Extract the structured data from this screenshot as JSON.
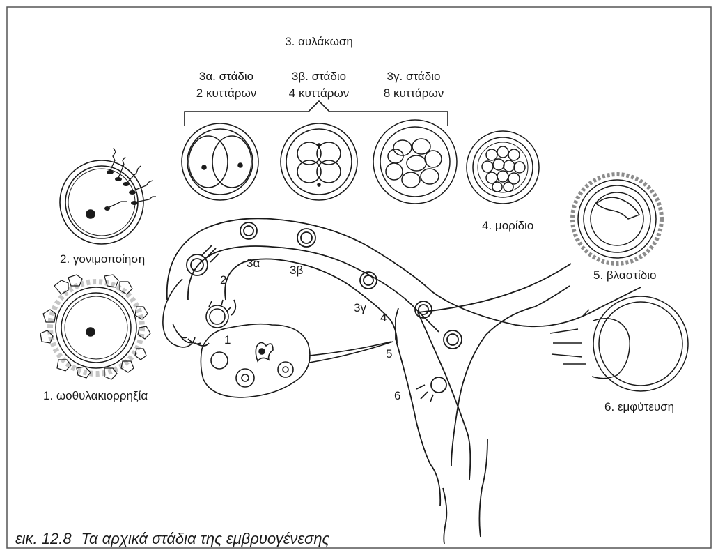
{
  "title": "3. αυλάκωση",
  "stage_3a": {
    "line1": "3α. στάδιο",
    "line2": "2 κυττάρων"
  },
  "stage_3b": {
    "line1": "3β. στάδιο",
    "line2": "4 κυττάρων"
  },
  "stage_3c": {
    "line1": "3γ. στάδιο",
    "line2": "8 κυττάρων"
  },
  "labels": {
    "fertilization": "2. γονιμοποίηση",
    "ovulation": "1. ωοθυλακιορρηξία",
    "morula": "4. μορίδιο",
    "blastocyst": "5. βλαστίδιο",
    "implantation": "6. εμφύτευση"
  },
  "path_numbers": {
    "n1": "1",
    "n2": "2",
    "n3a": "3α",
    "n3b": "3β",
    "n3c": "3γ",
    "n4": "4",
    "n5": "5",
    "n6": "6"
  },
  "caption": {
    "fig": "εικ. 12.8",
    "text": "Τα αρχικά στάδια της εμβρυογένεσης"
  },
  "colors": {
    "ink": "#1a1a1a",
    "frame": "#555555",
    "background": "#ffffff"
  }
}
